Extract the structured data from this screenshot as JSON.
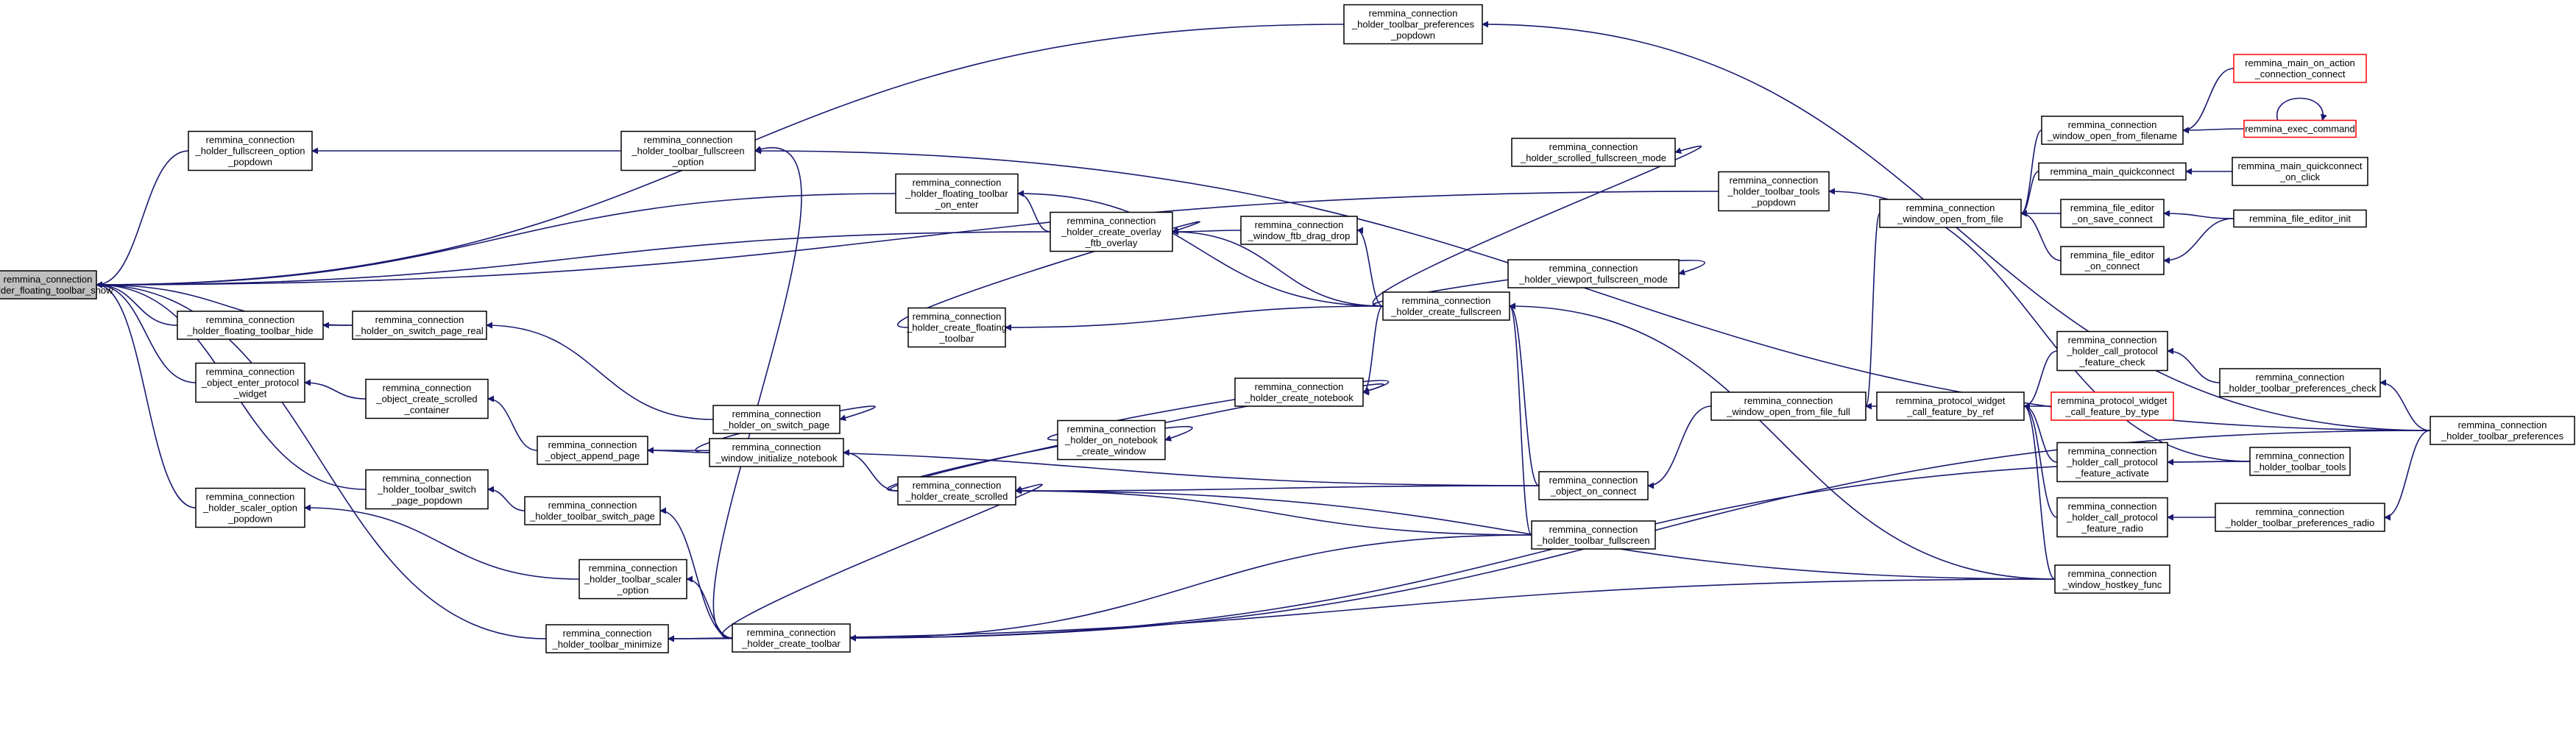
{
  "colors": {
    "edge": "#191970",
    "border": "#000000",
    "focus_fill": "#bfbfbf",
    "external_border": "#ff0000",
    "background": "#ffffff"
  },
  "nodes": [
    {
      "id": "n00",
      "lines": [
        "remmina_connection",
        "_holder_floating_toolbar_show"
      ],
      "focus": true
    },
    {
      "id": "n01",
      "lines": [
        "remmina_connection",
        "_holder_toolbar_preferences",
        "_popdown"
      ]
    },
    {
      "id": "n02",
      "lines": [
        "remmina_connection",
        "_holder_fullscreen_option",
        "_popdown"
      ]
    },
    {
      "id": "n03",
      "lines": [
        "remmina_connection",
        "_holder_toolbar_fullscreen",
        "_option"
      ]
    },
    {
      "id": "n04",
      "lines": [
        "remmina_connection",
        "_holder_scrolled_fullscreen_mode"
      ]
    },
    {
      "id": "n05",
      "lines": [
        "remmina_connection",
        "_holder_toolbar_tools",
        "_popdown"
      ]
    },
    {
      "id": "n06",
      "lines": [
        "remmina_connection",
        "_holder_floating_toolbar",
        "_on_enter"
      ]
    },
    {
      "id": "n07",
      "lines": [
        "remmina_connection",
        "_holder_create_overlay",
        "_ftb_overlay"
      ]
    },
    {
      "id": "n08",
      "lines": [
        "remmina_connection",
        "_window_ftb_drag_drop"
      ]
    },
    {
      "id": "n09",
      "lines": [
        "remmina_connection",
        "_holder_viewport_fullscreen_mode"
      ]
    },
    {
      "id": "n10",
      "lines": [
        "remmina_connection",
        "_holder_floating_toolbar_hide"
      ]
    },
    {
      "id": "n11",
      "lines": [
        "remmina_connection",
        "_holder_on_switch_page_real"
      ]
    },
    {
      "id": "n12",
      "lines": [
        "remmina_connection",
        "_holder_create_floating",
        "_toolbar"
      ]
    },
    {
      "id": "n13",
      "lines": [
        "remmina_connection",
        "_holder_create_fullscreen"
      ]
    },
    {
      "id": "n14",
      "lines": [
        "remmina_connection",
        "_object_enter_protocol",
        "_widget"
      ]
    },
    {
      "id": "n15",
      "lines": [
        "remmina_connection",
        "_object_create_scrolled",
        "_container"
      ]
    },
    {
      "id": "n16",
      "lines": [
        "remmina_connection",
        "_holder_on_switch_page"
      ]
    },
    {
      "id": "n17",
      "lines": [
        "remmina_connection",
        "_holder_create_notebook"
      ]
    },
    {
      "id": "n18",
      "lines": [
        "remmina_connection",
        "_object_append_page"
      ]
    },
    {
      "id": "n19",
      "lines": [
        "remmina_connection",
        "_window_initialize_notebook"
      ]
    },
    {
      "id": "n20",
      "lines": [
        "remmina_connection",
        "_holder_on_notebook",
        "_create_window"
      ]
    },
    {
      "id": "n21",
      "lines": [
        "remmina_connection",
        "_holder_toolbar_switch",
        "_page_popdown"
      ]
    },
    {
      "id": "n22",
      "lines": [
        "remmina_connection",
        "_holder_create_scrolled"
      ]
    },
    {
      "id": "n23",
      "lines": [
        "remmina_connection",
        "_holder_toolbar_switch_page"
      ]
    },
    {
      "id": "n24",
      "lines": [
        "remmina_connection",
        "_holder_scaler_option",
        "_popdown"
      ]
    },
    {
      "id": "n25",
      "lines": [
        "remmina_connection",
        "_holder_toolbar_scaler",
        "_option"
      ]
    },
    {
      "id": "n26",
      "lines": [
        "remmina_connection",
        "_holder_toolbar_minimize"
      ]
    },
    {
      "id": "n27",
      "lines": [
        "remmina_connection",
        "_holder_create_toolbar"
      ]
    },
    {
      "id": "n28",
      "lines": [
        "remmina_connection",
        "_object_on_connect"
      ]
    },
    {
      "id": "n29",
      "lines": [
        "remmina_connection",
        "_holder_toolbar_fullscreen"
      ]
    },
    {
      "id": "n30",
      "lines": [
        "remmina_connection",
        "_window_open_from_file_full"
      ]
    },
    {
      "id": "n31",
      "lines": [
        "remmina_connection",
        "_window_open_from_file"
      ]
    },
    {
      "id": "n32",
      "lines": [
        "remmina_connection",
        "_window_open_from_filename"
      ]
    },
    {
      "id": "n33",
      "lines": [
        "remmina_protocol_widget",
        "_call_feature_by_ref"
      ]
    },
    {
      "id": "n34",
      "lines": [
        "remmina_main_quickconnect"
      ]
    },
    {
      "id": "n35",
      "lines": [
        "remmina_file_editor",
        "_on_save_connect"
      ]
    },
    {
      "id": "n36",
      "lines": [
        "remmina_file_editor",
        "_on_connect"
      ]
    },
    {
      "id": "n37",
      "lines": [
        "remmina_main_on_action",
        "_connection_connect"
      ],
      "external": true
    },
    {
      "id": "n38",
      "lines": [
        "remmina_exec_command"
      ],
      "external": true
    },
    {
      "id": "n39",
      "lines": [
        "remmina_main_quickconnect",
        "_on_click"
      ]
    },
    {
      "id": "n40",
      "lines": [
        "remmina_file_editor_init"
      ]
    },
    {
      "id": "n41",
      "lines": [
        "remmina_connection",
        "_holder_call_protocol",
        "_feature_check"
      ]
    },
    {
      "id": "n42",
      "lines": [
        "remmina_protocol_widget",
        "_call_feature_by_type"
      ],
      "external": true
    },
    {
      "id": "n43",
      "lines": [
        "remmina_connection",
        "_holder_call_protocol",
        "_feature_activate"
      ]
    },
    {
      "id": "n44",
      "lines": [
        "remmina_connection",
        "_holder_call_protocol",
        "_feature_radio"
      ]
    },
    {
      "id": "n45",
      "lines": [
        "remmina_connection",
        "_window_hostkey_func"
      ]
    },
    {
      "id": "n46",
      "lines": [
        "remmina_connection",
        "_holder_toolbar_preferences_check"
      ]
    },
    {
      "id": "n47",
      "lines": [
        "remmina_connection",
        "_holder_toolbar_tools"
      ]
    },
    {
      "id": "n48",
      "lines": [
        "remmina_connection",
        "_holder_toolbar_preferences_radio"
      ]
    },
    {
      "id": "n49",
      "lines": [
        "remmina_connection",
        "_holder_toolbar_preferences"
      ]
    }
  ],
  "edges": [
    [
      "n01",
      "n00"
    ],
    [
      "n02",
      "n00"
    ],
    [
      "n05",
      "n00"
    ],
    [
      "n06",
      "n00"
    ],
    [
      "n07",
      "n00"
    ],
    [
      "n10",
      "n00"
    ],
    [
      "n11",
      "n00"
    ],
    [
      "n14",
      "n00"
    ],
    [
      "n21",
      "n00"
    ],
    [
      "n24",
      "n00"
    ],
    [
      "n26",
      "n00"
    ],
    [
      "n03",
      "n02"
    ],
    [
      "n27",
      "n03"
    ],
    [
      "n13",
      "n04"
    ],
    [
      "n47",
      "n05"
    ],
    [
      "n07",
      "n06"
    ],
    [
      "n13",
      "n06"
    ],
    [
      "n08",
      "n07"
    ],
    [
      "n12",
      "n07"
    ],
    [
      "n13",
      "n07"
    ],
    [
      "n13",
      "n08"
    ],
    [
      "n13",
      "n09"
    ],
    [
      "n11",
      "n10"
    ],
    [
      "n16",
      "n11"
    ],
    [
      "n13",
      "n12"
    ],
    [
      "n28",
      "n13"
    ],
    [
      "n29",
      "n13"
    ],
    [
      "n45",
      "n13"
    ],
    [
      "n15",
      "n14"
    ],
    [
      "n18",
      "n15"
    ],
    [
      "n19",
      "n16"
    ],
    [
      "n13",
      "n17"
    ],
    [
      "n20",
      "n17"
    ],
    [
      "n22",
      "n17"
    ],
    [
      "n19",
      "n18"
    ],
    [
      "n28",
      "n18"
    ],
    [
      "n22",
      "n19"
    ],
    [
      "n22",
      "n20"
    ],
    [
      "n23",
      "n21"
    ],
    [
      "n27",
      "n22"
    ],
    [
      "n28",
      "n22"
    ],
    [
      "n29",
      "n22"
    ],
    [
      "n45",
      "n22"
    ],
    [
      "n27",
      "n23"
    ],
    [
      "n25",
      "n24"
    ],
    [
      "n27",
      "n25"
    ],
    [
      "n27",
      "n26"
    ],
    [
      "n45",
      "n26"
    ],
    [
      "n29",
      "n27"
    ],
    [
      "n47",
      "n27"
    ],
    [
      "n49",
      "n27"
    ],
    [
      "n30",
      "n28"
    ],
    [
      "n31",
      "n30"
    ],
    [
      "n33",
      "n30"
    ],
    [
      "n32",
      "n31"
    ],
    [
      "n34",
      "n31"
    ],
    [
      "n35",
      "n31"
    ],
    [
      "n36",
      "n31"
    ],
    [
      "n37",
      "n32"
    ],
    [
      "n38",
      "n32"
    ],
    [
      "n38",
      "n38"
    ],
    [
      "n39",
      "n34"
    ],
    [
      "n40",
      "n35"
    ],
    [
      "n40",
      "n36"
    ],
    [
      "n41",
      "n33"
    ],
    [
      "n42",
      "n33"
    ],
    [
      "n43",
      "n33"
    ],
    [
      "n44",
      "n33"
    ],
    [
      "n45",
      "n33"
    ],
    [
      "n46",
      "n41"
    ],
    [
      "n47",
      "n43"
    ],
    [
      "n48",
      "n44"
    ],
    [
      "n49",
      "n46"
    ],
    [
      "n49",
      "n48"
    ],
    [
      "n49",
      "n01"
    ],
    [
      "n49",
      "n03"
    ]
  ]
}
